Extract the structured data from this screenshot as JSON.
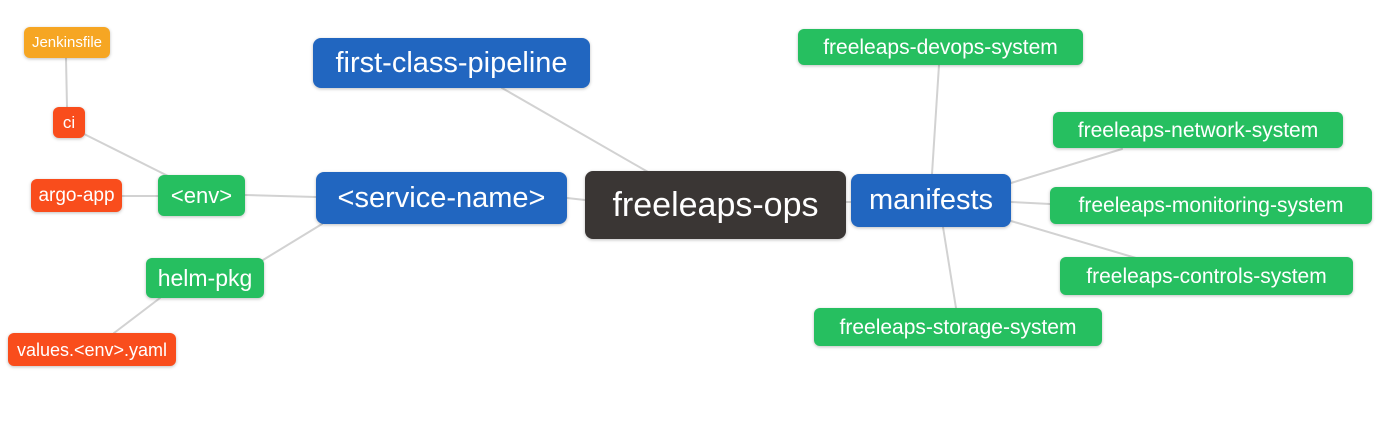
{
  "diagram": {
    "type": "mindmap",
    "background": "#ffffff",
    "colors": {
      "root_node": "#3a3634",
      "primary_branch": "#2166c0",
      "secondary_branch": "#26bf60",
      "leaf_orange": "#f94d1c",
      "leaf_amber": "#f6a623",
      "edge_line": "#d2d2d2",
      "node_text": "#ffffff"
    },
    "nodes": [
      {
        "id": "jenkinsfile",
        "label": "Jenkinsfile",
        "color": "amber",
        "role": "leaf"
      },
      {
        "id": "ci",
        "label": "ci",
        "color": "orange",
        "role": "branch"
      },
      {
        "id": "argo-app",
        "label": "argo-app",
        "color": "orange",
        "role": "leaf"
      },
      {
        "id": "env",
        "label": "<env>",
        "color": "green",
        "role": "branch"
      },
      {
        "id": "first-class-pipeline",
        "label": "first-class-pipeline",
        "color": "blue",
        "role": "branch"
      },
      {
        "id": "service-name",
        "label": "<service-name>",
        "color": "blue",
        "role": "branch"
      },
      {
        "id": "freeleaps-ops",
        "label": "freeleaps-ops",
        "color": "dark",
        "role": "root"
      },
      {
        "id": "manifests",
        "label": "manifests",
        "color": "blue",
        "role": "branch"
      },
      {
        "id": "helm-pkg",
        "label": "helm-pkg",
        "color": "green",
        "role": "branch"
      },
      {
        "id": "values-env-yaml",
        "label": "values.<env>.yaml",
        "color": "orange",
        "role": "leaf"
      },
      {
        "id": "freeleaps-devops-system",
        "label": "freeleaps-devops-system",
        "color": "green",
        "role": "leaf"
      },
      {
        "id": "freeleaps-network-system",
        "label": "freeleaps-network-system",
        "color": "green",
        "role": "leaf"
      },
      {
        "id": "freeleaps-monitoring-system",
        "label": "freeleaps-monitoring-system",
        "color": "green",
        "role": "leaf"
      },
      {
        "id": "freeleaps-controls-system",
        "label": "freeleaps-controls-system",
        "color": "green",
        "role": "leaf"
      },
      {
        "id": "freeleaps-storage-system",
        "label": "freeleaps-storage-system",
        "color": "green",
        "role": "leaf"
      }
    ],
    "edges": [
      {
        "from": "jenkinsfile",
        "to": "ci"
      },
      {
        "from": "ci",
        "to": "env"
      },
      {
        "from": "argo-app",
        "to": "env"
      },
      {
        "from": "env",
        "to": "service-name"
      },
      {
        "from": "helm-pkg",
        "to": "service-name"
      },
      {
        "from": "helm-pkg",
        "to": "values-env-yaml"
      },
      {
        "from": "first-class-pipeline",
        "to": "freeleaps-ops"
      },
      {
        "from": "service-name",
        "to": "freeleaps-ops"
      },
      {
        "from": "freeleaps-ops",
        "to": "manifests"
      },
      {
        "from": "manifests",
        "to": "freeleaps-devops-system"
      },
      {
        "from": "manifests",
        "to": "freeleaps-network-system"
      },
      {
        "from": "manifests",
        "to": "freeleaps-monitoring-system"
      },
      {
        "from": "manifests",
        "to": "freeleaps-controls-system"
      },
      {
        "from": "manifests",
        "to": "freeleaps-storage-system"
      }
    ]
  }
}
